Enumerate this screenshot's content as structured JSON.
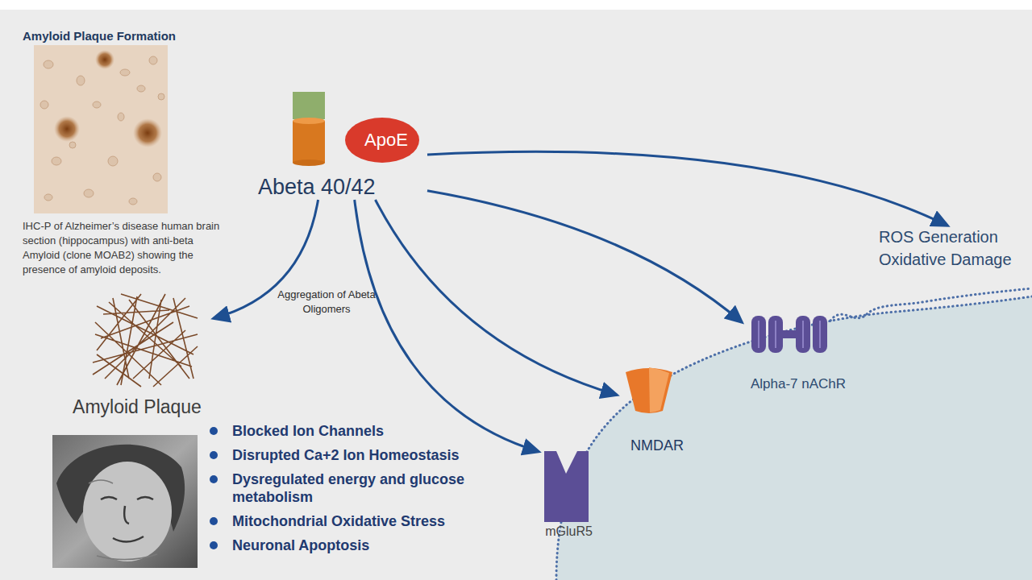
{
  "diagram": {
    "nodes": [
      {
        "text": [
          "Amyloid Plaque Formation",
          "IHC-P of Alzheimer’s disease human brain section (hippocampus) with anti-beta Amyloid (clone MOAB2) showing the presence of amyloid deposits."
        ]
      },
      {
        "text": [
          "Abeta 40/42"
        ]
      },
      {
        "text": [
          "ApoE"
        ],
        "in": 1
      },
      {
        "text": [
          "ROS Generation Oxidative Damage"
        ]
      },
      {
        "text": [
          "Amyloid Plaque"
        ]
      },
      {
        "text": [
          "Alpha-7 nAChR"
        ]
      },
      {
        "text": [
          "NMDAR"
        ]
      },
      {
        "text": [
          "mGluR5"
        ]
      }
    ],
    "edges": [
      {
        "from": 1,
        "to": 4,
        "arrow": "to",
        "label": "Aggregation of Abeta Oligomers"
      },
      {
        "from": 1,
        "to": 7,
        "arrow": "to"
      },
      {
        "from": 1,
        "to": 6,
        "arrow": "to"
      },
      {
        "from": 1,
        "to": 5,
        "arrow": "to"
      },
      {
        "from": 1,
        "to": 3,
        "arrow": "to"
      }
    ],
    "labels": [
      "Blocked Ion Channels",
      "Disrupted Ca+2 Ion Homeostasis",
      "Dysregulated energy and glucose metabolism",
      "Mitochondrial Oxidative Stress",
      "Neuronal Apoptosis"
    ]
  }
}
